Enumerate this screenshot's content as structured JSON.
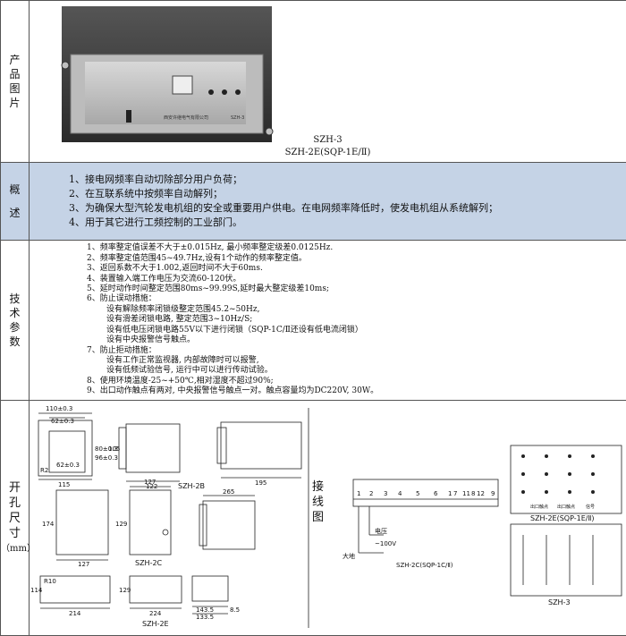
{
  "sections": {
    "photo": {
      "label_chars": [
        "产",
        "品",
        "图",
        "片"
      ],
      "caption_line1": "SZH-3",
      "caption_line2": "SZH-2E(SQP-1E/Ⅱ)"
    },
    "overview": {
      "label_chars": [
        "概",
        "述"
      ],
      "items": [
        "1、接电网频率自动切除部分用户负荷；",
        "2、在互联系统中按频率自动解列；",
        "3、为确保大型汽轮发电机组的安全或重要用户供电。在电网频率降低时，使发电机组从系统解列；",
        "4、用于其它进行工频控制的工业部门。"
      ]
    },
    "tech": {
      "label_chars": [
        "技",
        "术",
        "参",
        "数"
      ],
      "items": [
        {
          "text": "1、频率整定值误差不大于±0.015Hz, 最小频率整定级差0.0125Hz.",
          "indent": false
        },
        {
          "text": "2、频率整定值范围45~49.7Hz,设有1个动作的频率整定值。",
          "indent": false
        },
        {
          "text": "3、返回系数不大于1.002,返回时间不大于60ms.",
          "indent": false
        },
        {
          "text": "4、装置输入端工作电压为交流60-120伏。",
          "indent": false
        },
        {
          "text": "5、延时动作时间整定范围80ms~99.99S,延时最大整定级差10ms;",
          "indent": false
        },
        {
          "text": "6、防止误动措施：",
          "indent": false
        },
        {
          "text": "设有解除频率闭锁级整定范围45.2~50Hz,",
          "indent": true
        },
        {
          "text": "设有滑差闭锁电路, 整定范围3~10Hz/S;",
          "indent": true
        },
        {
          "text": "设有低电压闭锁电路55V以下进行闭锁（SQP-1C/Ⅱ还设有低电流闭锁）",
          "indent": true
        },
        {
          "text": "设有中央报警信号触点。",
          "indent": true
        },
        {
          "text": "7、防止拒动措施：",
          "indent": false
        },
        {
          "text": "设有工作正常监视器, 内部故障时可以报警,",
          "indent": true
        },
        {
          "text": "设有低频试验信号, 运行中可以进行传动试验。",
          "indent": true
        },
        {
          "text": "8、使用环境温度-25~+50℃,相对湿度不超过90%;",
          "indent": false
        },
        {
          "text": "9、出口动作触点有两对, 中央报警信号触点一对。触点容量均为DC220V, 30W。",
          "indent": false
        }
      ]
    },
    "cutout": {
      "label_chars": [
        "开",
        "孔",
        "尺",
        "寸"
      ],
      "unit": "（mm）",
      "dims": {
        "d110": "110±0.3",
        "d62": "62±0.3",
        "d80": "80±0.3",
        "d96": "96±0.3",
        "d62b": "62±0.3",
        "d115": "115",
        "r2": "R2",
        "d105": "105",
        "d122": "122",
        "d195": "195",
        "d127": "127",
        "d174": "174",
        "d127b": "127",
        "d129": "129",
        "d265": "265",
        "d114": "114",
        "r10": "R10",
        "d214": "214",
        "d129b": "129",
        "d224": "224",
        "d143": "143.5",
        "d133": "133.5",
        "d8": "8.5"
      },
      "models": {
        "m2b": "SZH-2B",
        "m2c": "SZH-2C",
        "m2e": "SZH-2E"
      }
    },
    "wiring": {
      "label_chars": [
        "接",
        "线",
        "图"
      ],
      "terminals": [
        "1",
        "2",
        "3",
        "4",
        "5",
        "6",
        "1",
        "7",
        "11",
        "8",
        "12",
        "9"
      ],
      "voltage_label": "电压",
      "voltage_value": "~100V",
      "ground_label": "大地",
      "model_2c": "SZH-2C(SQP-1C/Ⅱ)",
      "model_2e": "SZH-2E(SQP-1E/Ⅱ)",
      "model_3": "SZH-3",
      "contact_labels": [
        "出口触点",
        "出口触点",
        "信号"
      ]
    },
    "device": {
      "company": "西安许继电气有限公司",
      "model_plate": "SZH-3"
    }
  }
}
